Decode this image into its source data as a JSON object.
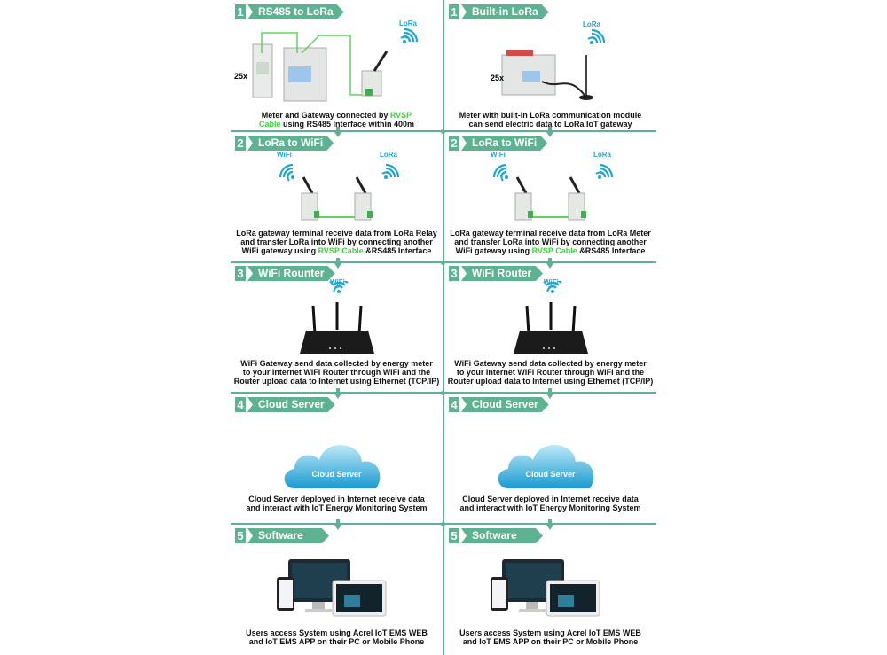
{
  "colors": {
    "accent": "#5db391",
    "highlight": "#3ad43a",
    "signal": "#1aa7d6"
  },
  "columns": [
    {
      "rows": [
        {
          "num": "1",
          "title": "RS485 to LoRa",
          "kind": "meters",
          "qty": "25x",
          "signal_labels": [
            "LoRa"
          ],
          "caption": [
            [
              {
                "t": "Meter and Gateway connected by "
              },
              {
                "t": "RVSP",
                "hl": true
              }
            ],
            [
              {
                "t": "Cable",
                "hl": true
              },
              {
                "t": " using RS485 Interface within 400m"
              }
            ]
          ]
        },
        {
          "num": "2",
          "title": "LoRa to WiFi",
          "kind": "gateways",
          "signal_labels": [
            "WiFi",
            "LoRa"
          ],
          "caption": [
            [
              {
                "t": "LoRa gateway terminal receive data from LoRa Relay"
              }
            ],
            [
              {
                "t": "and transfer LoRa into WiFi by connecting another"
              }
            ],
            [
              {
                "t": "WiFi gateway using "
              },
              {
                "t": "RVSP Cable",
                "hl": true
              },
              {
                "t": " &RS485 Interface"
              }
            ]
          ]
        },
        {
          "num": "3",
          "title": "WiFi Rounter",
          "kind": "router",
          "signal_labels": [
            "WiFi"
          ],
          "caption": [
            [
              {
                "t": "WiFi Gateway send data collected by energy meter"
              }
            ],
            [
              {
                "t": "to your Internet WiFi Router through WiFi and the"
              }
            ],
            [
              {
                "t": "Router upload data to Internet using Ethernet (TCP/IP)"
              }
            ]
          ]
        },
        {
          "num": "4",
          "title": "Cloud Server",
          "kind": "cloud",
          "cloud_label": "Cloud Server",
          "caption": [
            [
              {
                "t": "Cloud Server deployed in Internet receive data"
              }
            ],
            [
              {
                "t": "and interact with IoT Energy Monitoring System"
              }
            ]
          ]
        },
        {
          "num": "5",
          "title": "Software",
          "kind": "software",
          "caption": [
            [
              {
                "t": "Users access System using Acrel IoT EMS WEB"
              }
            ],
            [
              {
                "t": "and IoT EMS APP on their PC or Mobile Phone"
              }
            ]
          ]
        }
      ]
    },
    {
      "rows": [
        {
          "num": "1",
          "title": "Built-in LoRa",
          "kind": "builtin",
          "qty": "25x",
          "signal_labels": [
            "LoRa"
          ],
          "caption": [
            [
              {
                "t": "Meter with built-in LoRa communication module"
              }
            ],
            [
              {
                "t": "can send electric data to LoRa IoT gateway"
              }
            ]
          ]
        },
        {
          "num": "2",
          "title": "LoRa to WiFi",
          "kind": "gateways",
          "signal_labels": [
            "WiFi",
            "LoRa"
          ],
          "caption": [
            [
              {
                "t": "LoRa gateway terminal receive data from LoRa Meter"
              }
            ],
            [
              {
                "t": "and transfer LoRa into WiFi by connecting another"
              }
            ],
            [
              {
                "t": "WiFi gateway using "
              },
              {
                "t": "RVSP Cable",
                "hl": true
              },
              {
                "t": " &RS485 Interface"
              }
            ]
          ]
        },
        {
          "num": "3",
          "title": "WiFi Router",
          "kind": "router",
          "signal_labels": [
            "WiFi"
          ],
          "caption": [
            [
              {
                "t": "WiFi Gateway send data collected by energy meter"
              }
            ],
            [
              {
                "t": "to your Internet WiFi Router through WiFi and the"
              }
            ],
            [
              {
                "t": "Router upload data to Internet using Ethernet (TCP/IP)"
              }
            ]
          ]
        },
        {
          "num": "4",
          "title": "Cloud Server",
          "kind": "cloud",
          "cloud_label": "Cloud Server",
          "caption": [
            [
              {
                "t": "Cloud Server deployed in Internet receive data"
              }
            ],
            [
              {
                "t": "and interact with IoT Energy Monitoring System"
              }
            ]
          ]
        },
        {
          "num": "5",
          "title": "Software",
          "kind": "software",
          "caption": [
            [
              {
                "t": "Users access System using Acrel IoT EMS WEB"
              }
            ],
            [
              {
                "t": "and IoT EMS APP on their PC or Mobile Phone"
              }
            ]
          ]
        }
      ]
    }
  ]
}
